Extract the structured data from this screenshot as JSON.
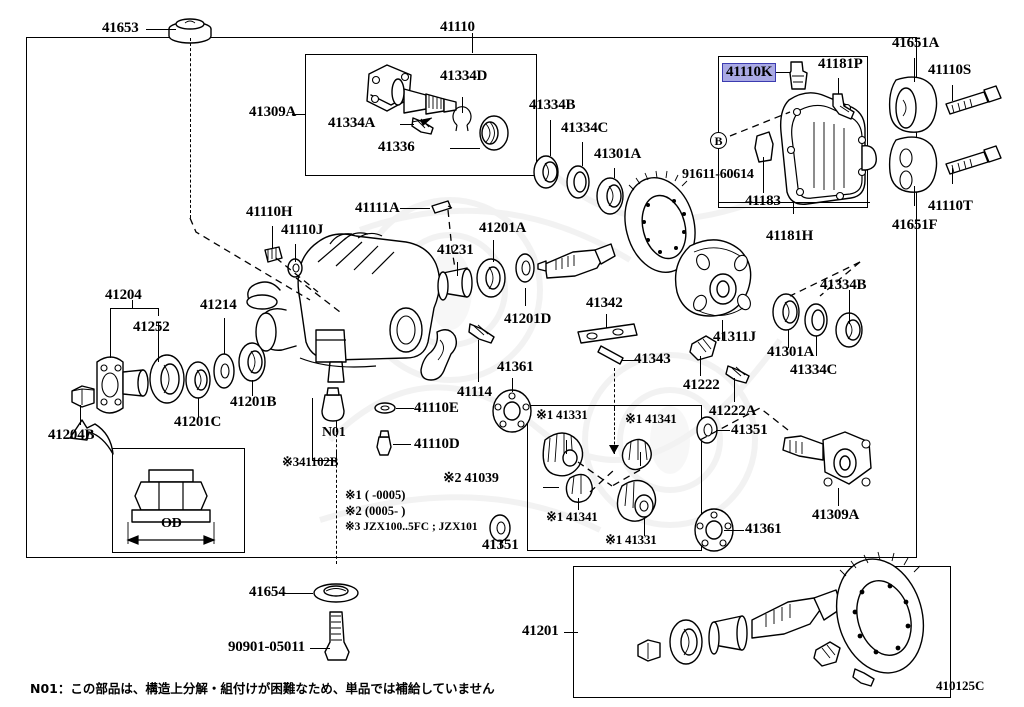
{
  "diagram": {
    "code": "410125C",
    "title_part": "41110",
    "highlight_color": "#a9a9e4",
    "highlight_border": "#3b3bb0",
    "highlighted_label": "41110K"
  },
  "labels": {
    "top_left": "41653",
    "main_assembly": "41110",
    "inset_41309a": "41309A",
    "p41334d": "41334D",
    "p41334a": "41334A",
    "p41336": "41336",
    "p41334b_top": "41334B",
    "p41334c_top": "41334C",
    "p41301a_top": "41301A",
    "p41110k": "41110K",
    "p41181p": "41181P",
    "p91611": "91611-60614",
    "p41183": "41183",
    "p41181h": "41181H",
    "circle_b": "B",
    "p41651a": "41651A",
    "p41110s": "41110S",
    "p41110t": "41110T",
    "p41651f": "41651F",
    "p41110h": "41110H",
    "p41110j": "41110J",
    "p41111a": "41111A",
    "p41231": "41231",
    "p41201a": "41201A",
    "p41201d": "41201D",
    "p41204": "41204",
    "p41252": "41252",
    "p41214": "41214",
    "p41201b": "41201B",
    "p41201c": "41201C",
    "p41204b": "41204B",
    "p41114": "41114",
    "p41110e": "41110E",
    "p41110d": "41110D",
    "n01": "N01",
    "p41102b": "※341102B",
    "p41342": "41342",
    "p41343": "41343",
    "p41361_left": "41361",
    "p41361_right": "41361",
    "p41311j": "41311J",
    "p41301a_right": "41301A",
    "p41334b_right": "41334B",
    "p41334c_right": "41334C",
    "p41222": "41222",
    "p41222a": "41222A",
    "p41351_right": "41351",
    "p41351_left": "41351",
    "p41309a_right": "41309A",
    "p41039": "※2 41039",
    "p41331_a": "※1 41331",
    "p41341_a": "※1 41341",
    "p41341_b": "※1 41341",
    "p41331_b": "※1 41331",
    "p41654": "41654",
    "p90901": "90901-05011",
    "p41201_bottom": "41201",
    "od_label": "OD"
  },
  "notes": {
    "n1": "※1  (       -0005)",
    "n2": "※2  (0005-       )",
    "n3": "※3 JZX100..5FC ; JZX101",
    "footer": "N01：この部品は、構造上分解・組付けが困難なため、単品では補給していません"
  }
}
